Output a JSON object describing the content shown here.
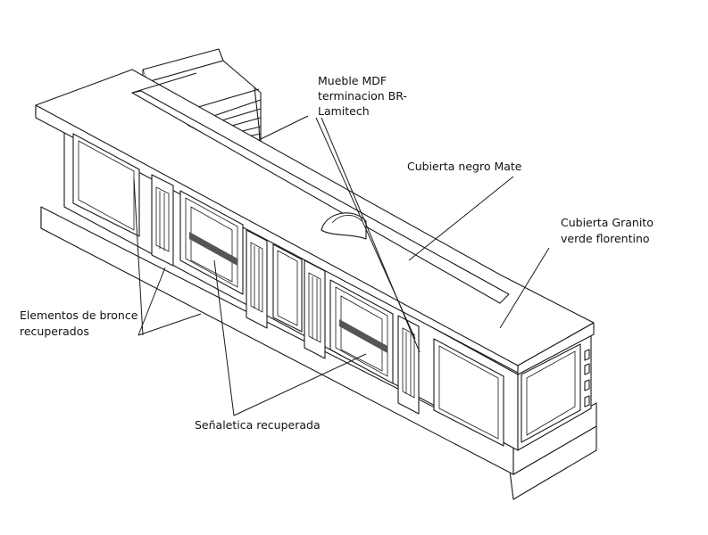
{
  "drawing": {
    "labels": {
      "mueble_line1": "Mueble MDF",
      "mueble_line2": "terminacion BR-",
      "mueble_line3": "Lamitech",
      "cubierta_negro": "Cubierta negro Mate",
      "granito_line1": "Cubierta Granito",
      "granito_line2": "verde florentino",
      "bronce_line1": "Elementos de bronce",
      "bronce_line2": "recuperados",
      "senaletica": "Señaletica recuperada"
    }
  }
}
